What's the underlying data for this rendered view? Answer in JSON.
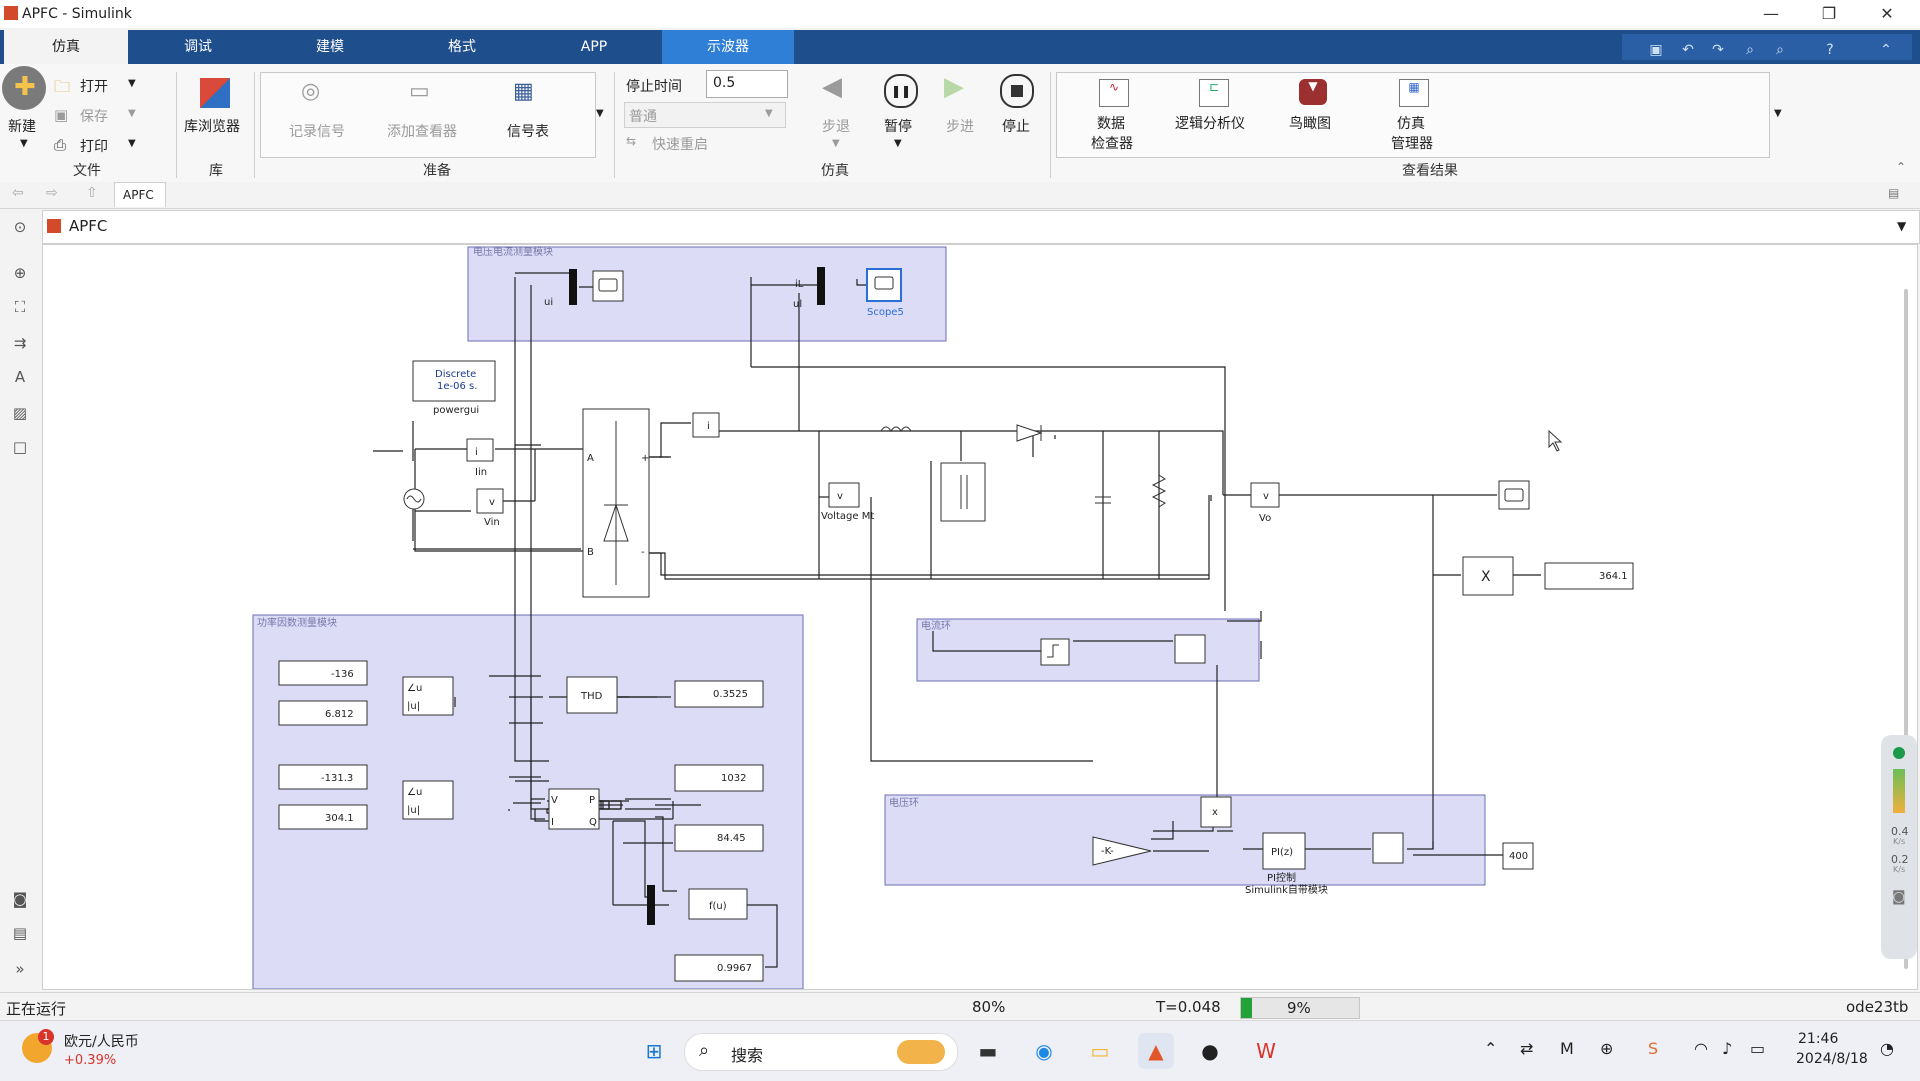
{
  "window": {
    "title": "APFC - Simulink",
    "minimize": "—",
    "restore": "❐",
    "close": "✕"
  },
  "tabs": [
    "仿真",
    "调试",
    "建模",
    "格式",
    "APP",
    "示波器"
  ],
  "ribbon": {
    "file": {
      "new": "新建",
      "open": "打开",
      "save": "保存",
      "print": "打印",
      "label": "文件"
    },
    "library": {
      "browser": "库浏览器",
      "label": "库"
    },
    "prepare": {
      "log_signals": "记录信号",
      "add_viewer": "添加查看器",
      "signal_table": "信号表",
      "label": "准备"
    },
    "simulate": {
      "stop_time_label": "停止时间",
      "stop_time": "0.5",
      "mode": "普通",
      "fast_restart": "快速重启",
      "step_back": "步退",
      "pause": "暂停",
      "step_forward": "步进",
      "stop": "停止",
      "label": "仿真"
    },
    "review": {
      "data_inspector_1": "数据",
      "data_inspector_2": "检查器",
      "logic_analyzer": "逻辑分析仪",
      "birds_eye": "鸟瞰图",
      "sim_manager_1": "仿真",
      "sim_manager_2": "管理器",
      "label": "查看结果"
    }
  },
  "breadcrumb": {
    "tab": "APFC"
  },
  "address": {
    "model": "APFC"
  },
  "diagram": {
    "subsystems": {
      "vi_measure": "电压电流测量模块",
      "pf_measure": "功率因数测量模块",
      "current_loop": "电流环",
      "voltage_loop": "电压环"
    },
    "powergui": {
      "line1": "Discrete",
      "line2": "1e-06 s.",
      "name": "powergui"
    },
    "labels": {
      "ui": "ui",
      "iL": "iL",
      "ul": "ul",
      "scope5": "Scope5",
      "iin": "Iin",
      "vin": "Vin",
      "voltage_mt": "Voltage Mt",
      "vo": "Vo",
      "thd": "THD",
      "gain": "-K-",
      "pi": "PI(z)",
      "pi_name": "PI控制",
      "pi_sub": "Simulink自带模块",
      "fu": "f(u)",
      "x": "x",
      "A": "A",
      "B": "B",
      "V": "V",
      "I": "I",
      "P": "P",
      "Q": "Q",
      "angle_u": "∠u",
      "abs_u": "|u|",
      "plus": "+",
      "minus": "-",
      "i_port": "i",
      "v_port": "v"
    },
    "displays": {
      "d1": "-136",
      "d2": "6.812",
      "d3": "-131.3",
      "d4": "304.1",
      "thd": "0.3525",
      "p": "1032",
      "q": "84.45",
      "pf": "0.9967",
      "vo": "364.1",
      "const": "400"
    }
  },
  "status": {
    "state": "正在运行",
    "zoom": "80%",
    "time": "T=0.048",
    "progress": "9%",
    "progress_value": 9,
    "solver": "ode23tb"
  },
  "gauge": {
    "up": "0.4",
    "down": "0.2",
    "unit": "K/s"
  },
  "taskbar": {
    "badge": "1",
    "ticker_name": "欧元/人民币",
    "ticker_change": "+0.39%",
    "search": "搜索",
    "time": "21:46",
    "date": "2024/8/18"
  }
}
